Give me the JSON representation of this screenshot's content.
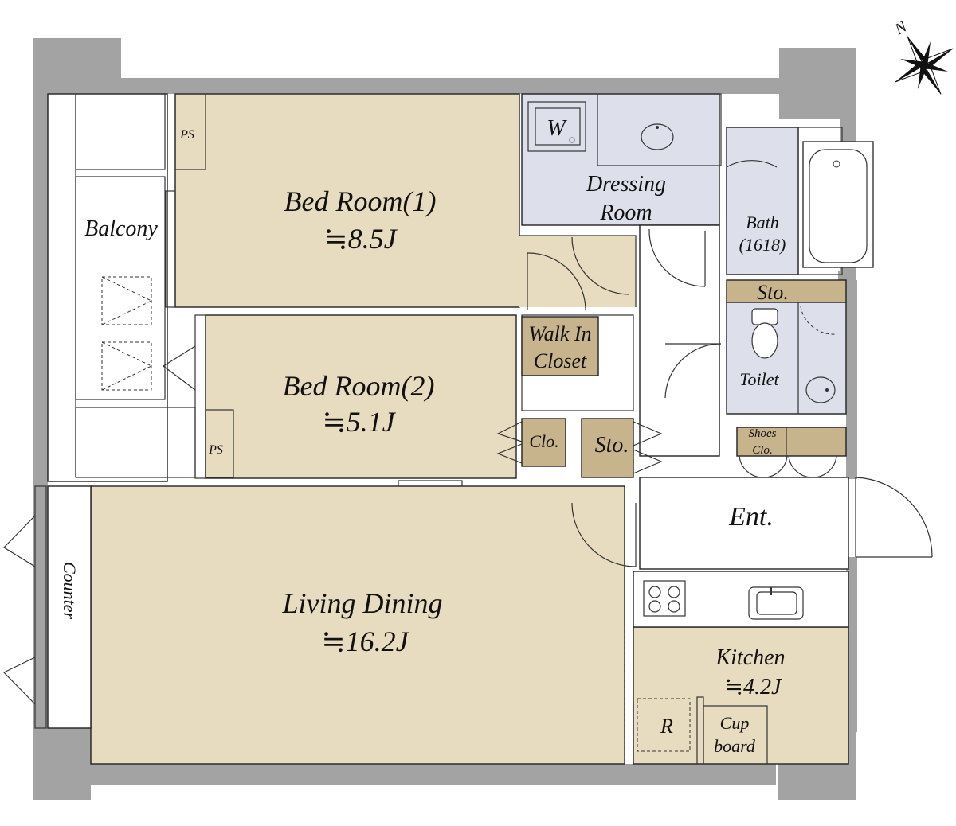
{
  "colors": {
    "wall": "#a3a3a3",
    "room_fill": "#e8dcc0",
    "wet_fill": "#dde0ea",
    "storage_fill": "#c8b48c",
    "outline": "#222222"
  },
  "compass": {
    "label": "N"
  },
  "rooms": {
    "bedroom1": {
      "name": "Bed Room(1)",
      "area": "≒8.5J"
    },
    "bedroom2": {
      "name": "Bed Room(2)",
      "area": "≒5.1J"
    },
    "living": {
      "name": "Living Dining",
      "area": "≒16.2J"
    },
    "kitchen": {
      "name": "Kitchen",
      "area": "≒4.2J"
    },
    "dressing": {
      "line1": "Dressing",
      "line2": "Room"
    },
    "bath": {
      "line1": "Bath",
      "line2": "(1618)"
    },
    "toilet": {
      "name": "Toilet"
    },
    "walkin": {
      "line1": "Walk In",
      "line2": "Closet"
    },
    "entrance": {
      "name": "Ent."
    },
    "balcony": {
      "name": "Balcony"
    },
    "counter": {
      "name": "Counter"
    }
  },
  "fixtures": {
    "ps1": "PS",
    "ps2": "PS",
    "washer": "W",
    "clo": "Clo.",
    "sto_bed2": "Sto.",
    "sto_toilet": "Sto.",
    "shoes_line1": "Shoes",
    "shoes_line2": "Clo.",
    "fridge": "R",
    "cupboard_line1": "Cup",
    "cupboard_line2": "board"
  }
}
